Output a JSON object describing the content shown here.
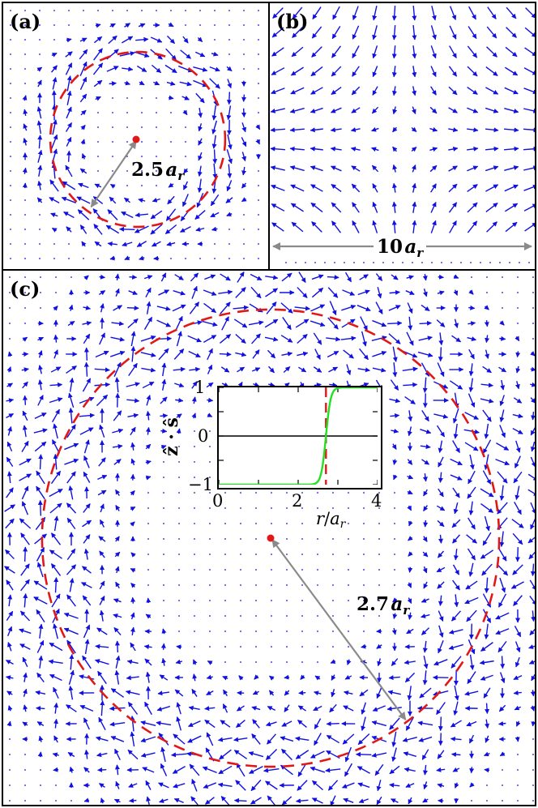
{
  "colors": {
    "arrows": "#1010e0",
    "circle": "#e01818",
    "measure": "#8a8a8a",
    "curve": "#22e022",
    "frame": "#000000"
  },
  "panels": [
    {
      "label": "(a)",
      "distance": {
        "value": "2.5",
        "symbol": "a",
        "sub": "r"
      },
      "radius_ratio": 0.33
    },
    {
      "label": "(b)",
      "distance": {
        "value": "10",
        "symbol": "a",
        "sub": "r"
      }
    },
    {
      "label": "(c)",
      "distance": {
        "value": "2.7",
        "symbol": "a",
        "sub": "r"
      },
      "radius_ratio": 0.43
    }
  ],
  "inset": {
    "ylabel": "ẑ · ŝ",
    "xlabel": {
      "symbol": "r",
      "over": "a",
      "sub": "r"
    },
    "xticks": [
      "0",
      "2",
      "4"
    ],
    "yticks": [
      "1",
      "0",
      "−1"
    ],
    "xlim": [
      0,
      4
    ],
    "ylim": [
      -1,
      1
    ],
    "dashed_x": 2.7,
    "curve_center": 2.7,
    "curve_width": 0.12
  }
}
